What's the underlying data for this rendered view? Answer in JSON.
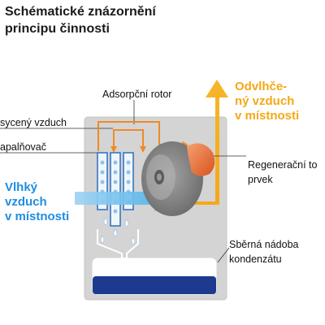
{
  "title": {
    "line1": "Schématické znázornění",
    "line2": "principu činnosti"
  },
  "labels": {
    "adsorption_rotor": "Adsorpční rotor",
    "saturated_air": "sycený vzduch",
    "evaporator": "apalňovač",
    "regen_line1": "Regenerační to",
    "regen_line2": "prvek",
    "tank_line1": "Sběrná nádoba",
    "tank_line2": "kondenzátu"
  },
  "humid_air": {
    "line1": "Vlhký",
    "line2": "vzduch",
    "line3": "v místnosti"
  },
  "dry_air": {
    "line1": "Odvlhče-",
    "line2": "ný vzduch",
    "line3": "v místnosti"
  },
  "colors": {
    "blue_accent": "#1f8de0",
    "orange_accent": "#f5a817",
    "casing": "#d4d4d4",
    "rotor": "#8a8a8a",
    "heater": "#e8723a",
    "water": "#1c3b8f"
  }
}
